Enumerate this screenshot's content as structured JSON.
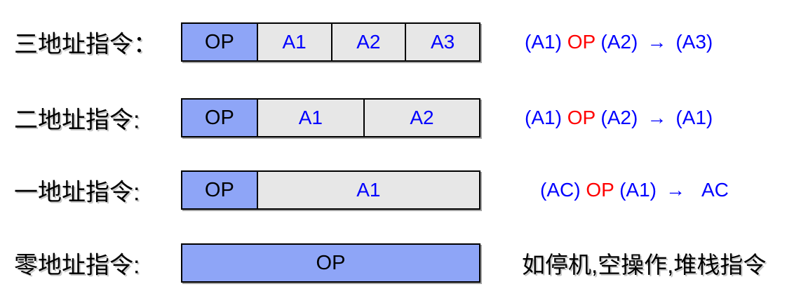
{
  "colors": {
    "op_fill": "#8EA5F7",
    "addr_fill": "#E7E7E7",
    "border": "#000000",
    "blue_text": "#0000FF",
    "red_text": "#FF0000",
    "black_text": "#000000"
  },
  "rows": [
    {
      "label": "三地址指令：",
      "cells": [
        {
          "text": "OP"
        },
        {
          "text": "A1"
        },
        {
          "text": "A2"
        },
        {
          "text": "A3"
        }
      ],
      "formula": {
        "left": "(A1)",
        "op": "OP",
        "right": "(A2)",
        "arrow": "→",
        "result": "(A3)"
      }
    },
    {
      "label": "二地址指令:",
      "cells": [
        {
          "text": "OP"
        },
        {
          "text": "A1"
        },
        {
          "text": "A2"
        }
      ],
      "formula": {
        "left": "(A1)",
        "op": "OP",
        "right": "(A2)",
        "arrow": "→",
        "result": "(A1)"
      }
    },
    {
      "label": "一地址指令:",
      "cells": [
        {
          "text": "OP"
        },
        {
          "text": "A1"
        }
      ],
      "formula": {
        "left": "(AC)",
        "op": "OP",
        "right": "(A1)",
        "arrow": "→",
        "result": "AC"
      }
    },
    {
      "label": "零地址指令:",
      "cells": [
        {
          "text": "OP"
        }
      ],
      "note": "如停机,空操作,堆栈指令"
    }
  ]
}
